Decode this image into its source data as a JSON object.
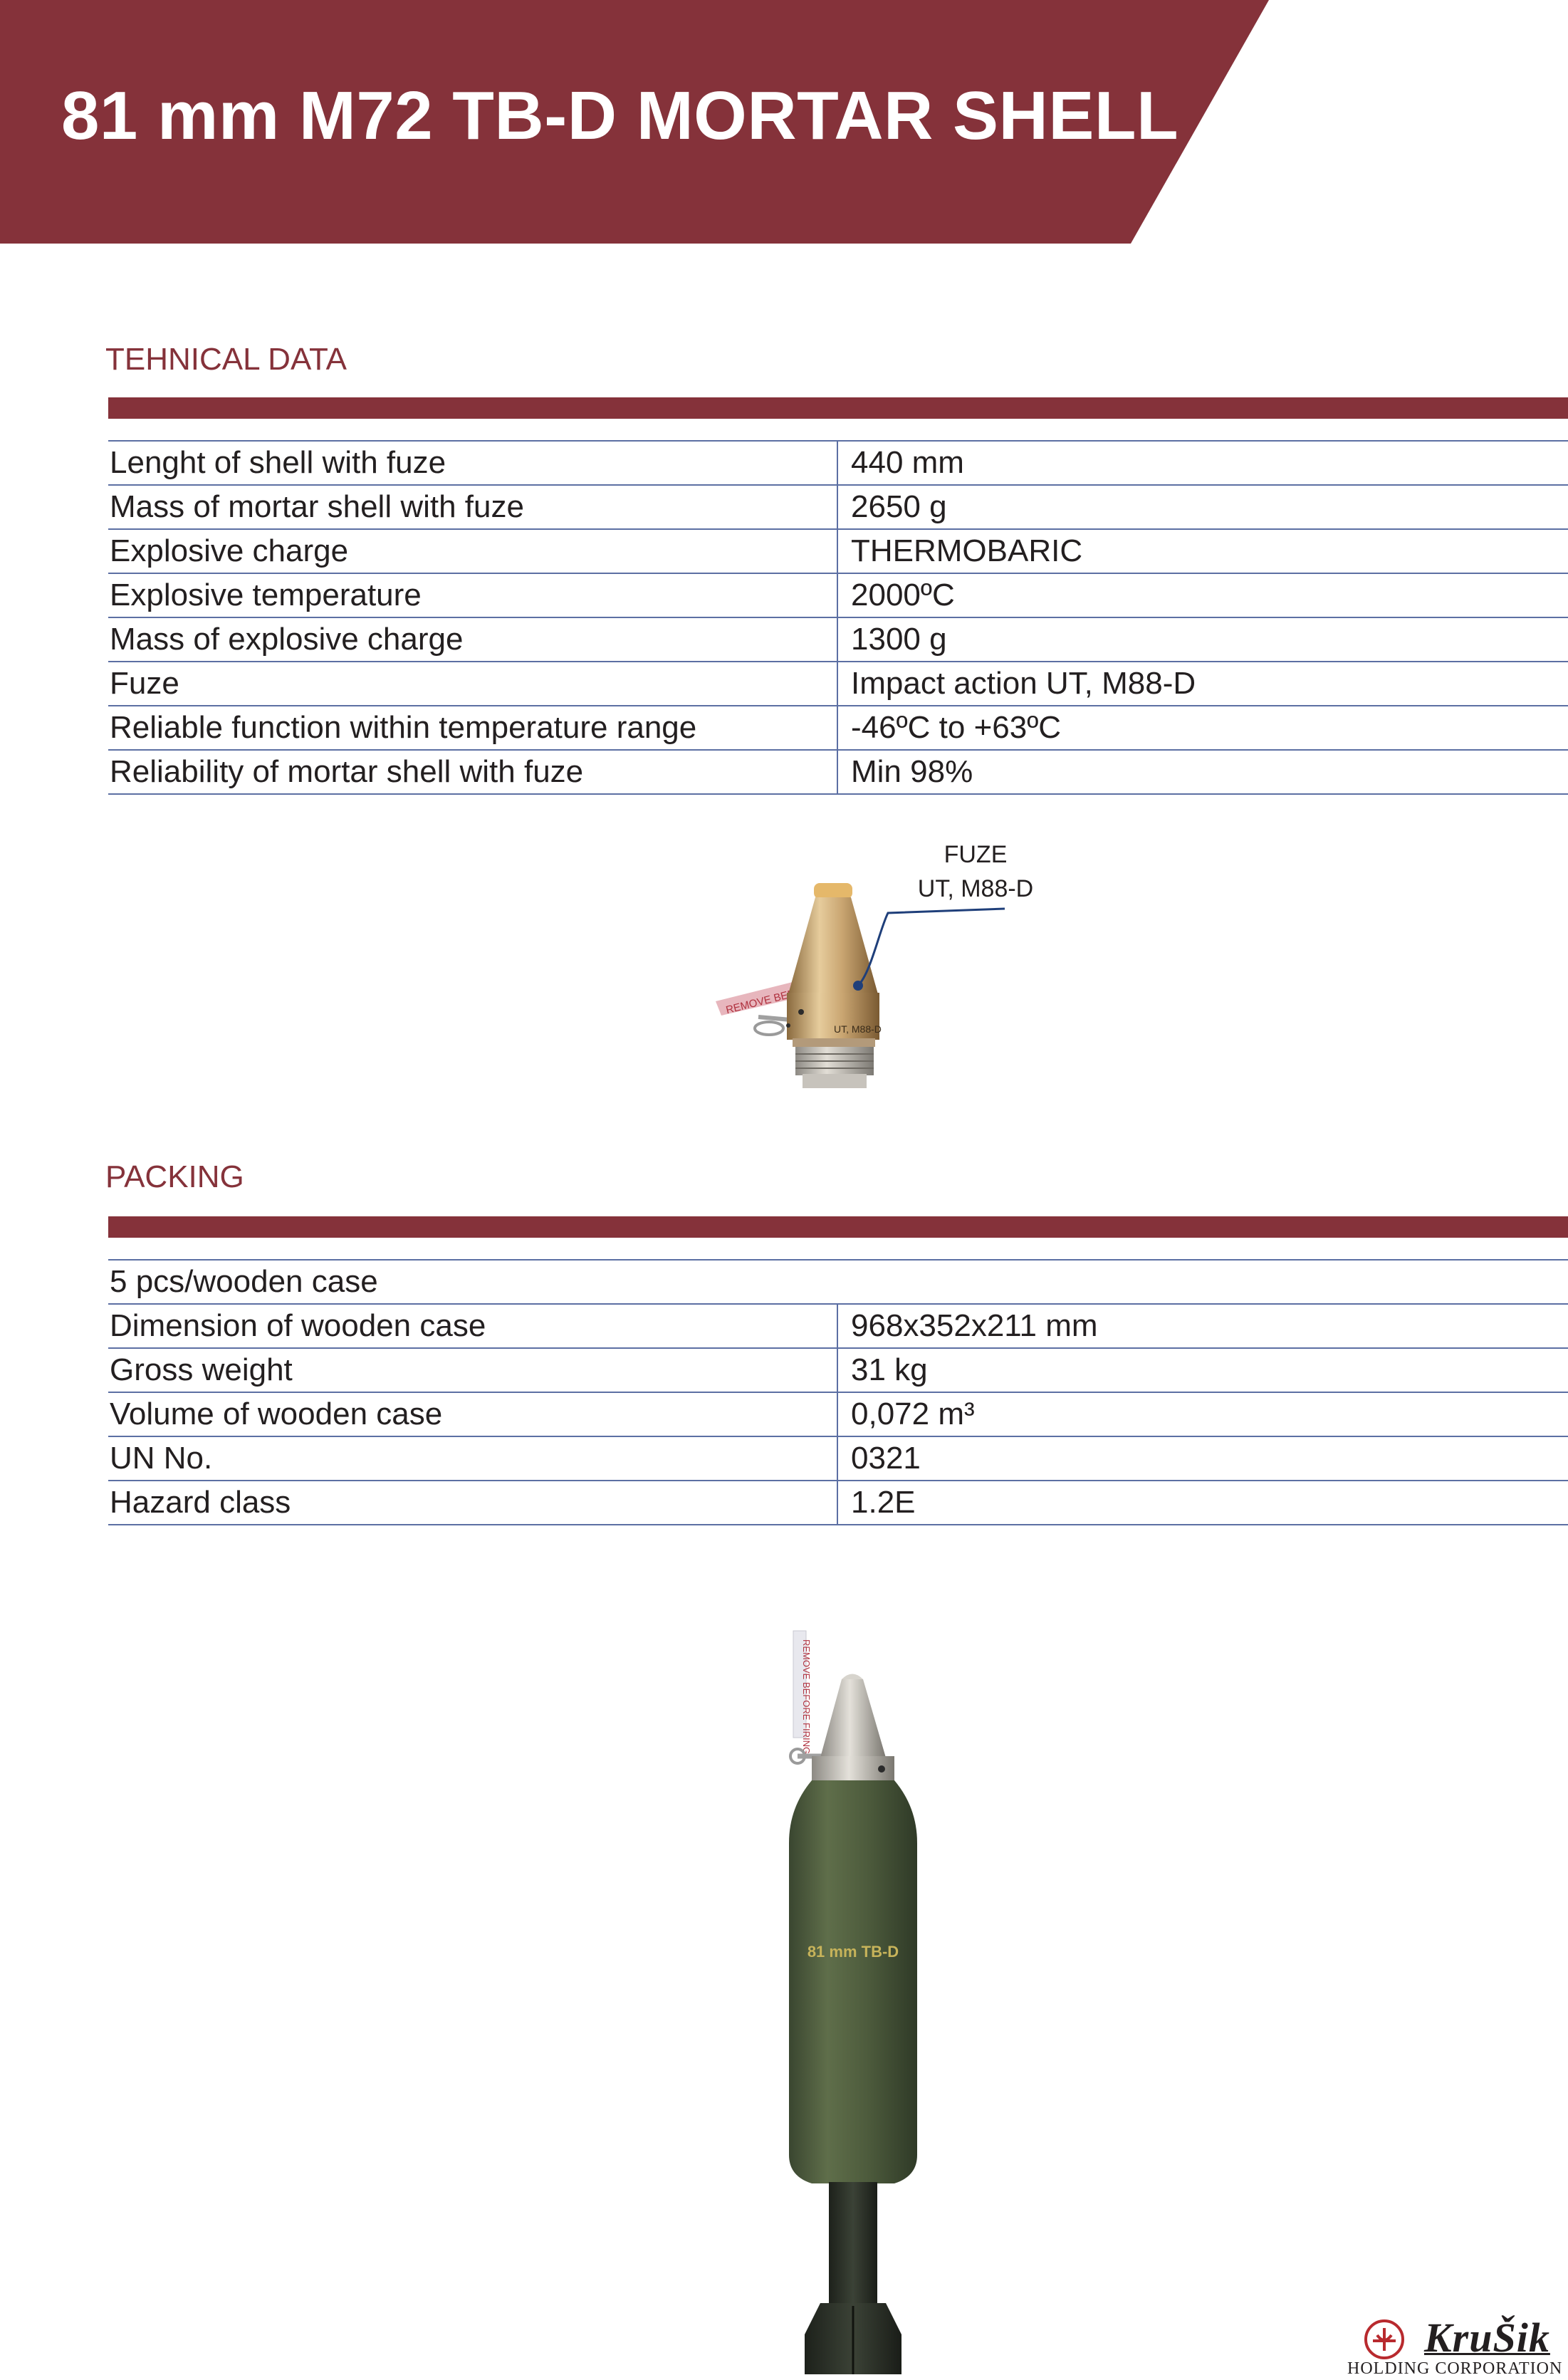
{
  "header": {
    "title": "81 mm M72 TB-D MORTAR SHELL"
  },
  "technical": {
    "title": "TEHNICAL DATA",
    "rows": [
      {
        "label": "Lenght of shell with fuze",
        "value": "440 mm"
      },
      {
        "label": "Mass of mortar shell with fuze",
        "value": "2650 g"
      },
      {
        "label": "Explosive charge",
        "value": "THERMOBARIC"
      },
      {
        "label": "Explosive temperature",
        "value": "2000ºC"
      },
      {
        "label": "Mass of explosive charge",
        "value": "1300 g"
      },
      {
        "label": "Fuze",
        "value": "Impact action UT, M88-D"
      },
      {
        "label": "Reliable function within temperature range",
        "value": "-46ºC to +63ºC"
      },
      {
        "label": "Reliability of mortar shell with fuze",
        "value": "Min 98%"
      }
    ]
  },
  "fuze_callout": {
    "line1": "FUZE",
    "line2": "UT, M88-D"
  },
  "fuze_image": {
    "pin_tag_text": "REMOVE BEFORE FIRING",
    "body_marking": "UT, M88-D"
  },
  "packing": {
    "title": "PACKING",
    "summary": "5 pcs/wooden case",
    "rows": [
      {
        "label": "Dimension of wooden case",
        "value": "968x352x211 mm"
      },
      {
        "label": "Gross weight",
        "value": "31 kg"
      },
      {
        "label": "Volume of wooden case",
        "value": "0,072 m³"
      },
      {
        "label": "UN No.",
        "value": "0321"
      },
      {
        "label": "Hazard class",
        "value": "1.2E"
      }
    ]
  },
  "shell_image": {
    "body_marking": "81 mm TB-D",
    "pin_tag_text": "REMOVE BEFORE FIRING"
  },
  "logo": {
    "name": "KruŠik",
    "subtitle": "HOLDING CORPORATION"
  },
  "colors": {
    "brand": "#85323a",
    "rule": "#5c6fa3",
    "text": "#231f20",
    "shell_body": "#4e5c3d",
    "fuze_metal": "#c9a571"
  }
}
